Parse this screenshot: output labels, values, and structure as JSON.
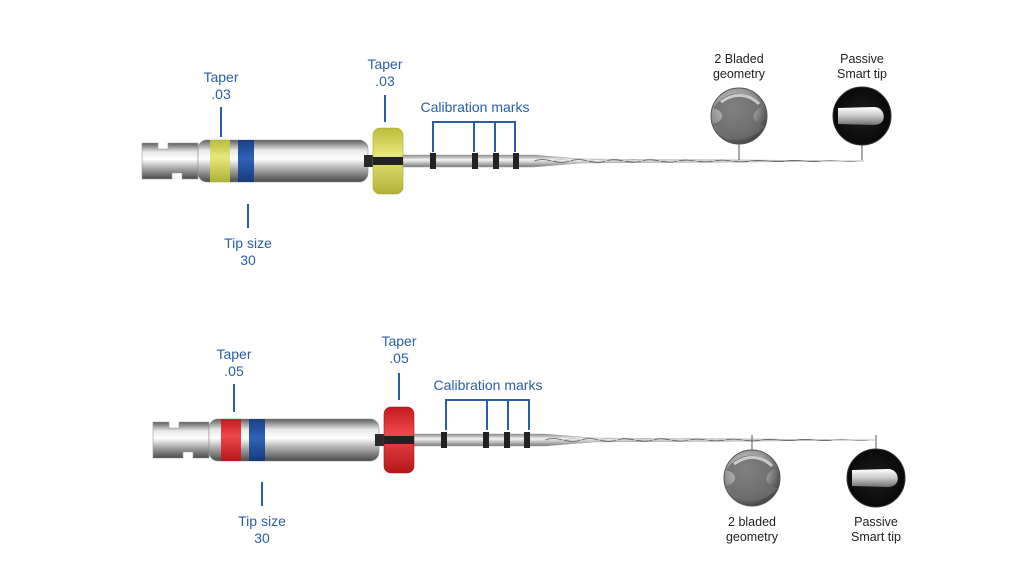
{
  "colors": {
    "label_blue": "#2b5ea7",
    "label_dark": "#222222",
    "taper_03": "#d9dc57",
    "taper_05": "#e52b2f",
    "tip_size_30": "#2457a6"
  },
  "instruments": [
    {
      "taper_handle": {
        "title": "Taper",
        "value": ".03"
      },
      "tip_size": {
        "title": "Tip size",
        "value": "30"
      },
      "taper_stopper": {
        "title": "Taper",
        "value": ".03"
      },
      "calibration": "Calibration marks",
      "geometry": {
        "line1": "2 Bladed",
        "line2": "geometry",
        "icon": "2-bladed-cross-section-icon"
      },
      "tip": {
        "line1": "Passive",
        "line2": "Smart tip",
        "icon": "smart-tip-icon"
      }
    },
    {
      "taper_handle": {
        "title": "Taper",
        "value": ".05"
      },
      "tip_size": {
        "title": "Tip size",
        "value": "30"
      },
      "taper_stopper": {
        "title": "Taper",
        "value": ".05"
      },
      "calibration": "Calibration marks",
      "geometry": {
        "line1": "2 bladed",
        "line2": "geometry",
        "icon": "2-bladed-cross-section-icon"
      },
      "tip": {
        "line1": "Passive",
        "line2": "Smart tip",
        "icon": "smart-tip-icon"
      }
    }
  ]
}
